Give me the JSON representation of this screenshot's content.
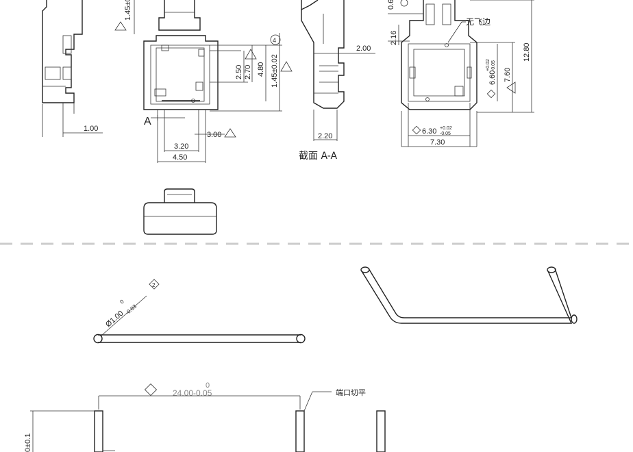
{
  "top": {
    "left_view": {
      "dim_bottom": "1.00",
      "dim_top_cut": "1.45±0"
    },
    "front_view": {
      "dim_2_50": "2.50",
      "dim_2_70": "2.70",
      "dim_4_80": "4.80",
      "dim_1_45": "1.45±0.02",
      "dim_3_00": "3.00",
      "dim_3_20": "3.20",
      "dim_4_50": "4.50",
      "section_letter": "A",
      "note_icon_char": "4"
    },
    "side_view": {
      "dim_2_00": "2.00",
      "dim_2_20": "2.20"
    },
    "section_view": {
      "title": "截面 A-A",
      "dim_top_cut": "0.6",
      "dim_2_16": "2.16",
      "note_no_flash": "无飞边",
      "dim_12_80": "12.80",
      "dim_7_60": "7.60",
      "dim_6_60": "6.60",
      "tol_6_60_upper": "+0.02",
      "tol_6_60_lower": "-0.05",
      "dim_6_30": "6.30",
      "tol_6_30_upper": "+0.02",
      "tol_6_30_lower": "-0.05",
      "dim_7_30": "7.30"
    }
  },
  "bottom": {
    "pin": {
      "dia_label": "Ø1.00",
      "dia_upper": "0",
      "dia_lower": "-0.03",
      "note_char": "2"
    },
    "stabilizer": {
      "dim_24_upper": "0",
      "dim_24": "24.00-0.05",
      "end_note": "端口切平",
      "side_dim": "0±0.1"
    }
  },
  "colors": {
    "line": "#222222",
    "dash": "#cccccc",
    "background": "#ffffff"
  }
}
